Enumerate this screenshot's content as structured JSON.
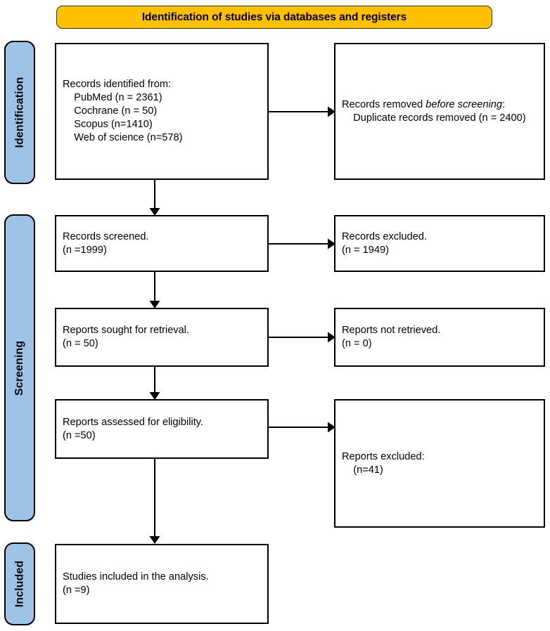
{
  "diagram": {
    "type": "prisma-flow-diagram",
    "title": "Identification of studies via databases and registers",
    "colors": {
      "banner": "#FFC000",
      "side_label": "#9DC3E6",
      "box_border": "#000000",
      "box_fill": "#FFFFFF",
      "text": "#000000"
    }
  },
  "banner": {
    "label": "Identification of studies via databases and registers"
  },
  "side_labels": [
    {
      "id": "identification",
      "label": "Identification"
    },
    {
      "id": "screening",
      "label": "Screening"
    },
    {
      "id": "included",
      "label": "Included"
    }
  ],
  "boxes": {
    "records_identified": {
      "id": "records-identified-from",
      "heading": "Records identified from:",
      "lines": [
        "PubMed (n = 2361)",
        "Cochrane (n = 50)",
        "Scopus (n=1410)",
        "Web of science (n=578)"
      ]
    },
    "records_removed": {
      "id": "records-removed-before-screening",
      "lead": "Records removed ",
      "lead_italic": "before screening",
      "lead_tail": ":",
      "detail": "Duplicate records removed (n = 2400)"
    },
    "records_screened": {
      "id": "records-screened",
      "label": "Records screened.",
      "count": "(n =1999)"
    },
    "records_excluded": {
      "id": "records-excluded",
      "label": "Records excluded.",
      "count": "(n = 1949)"
    },
    "reports_sought": {
      "id": "reports-sought-for-retrieval",
      "label": "Reports sought for retrieval.",
      "count": "(n = 50)"
    },
    "reports_not_retrieved": {
      "id": "reports-not-retrieved",
      "label": "Reports not retrieved.",
      "count": "(n = 0)"
    },
    "reports_assessed": {
      "id": "reports-assessed-for-eligibility",
      "label": "Reports assessed for eligibility.",
      "count": "(n =50)"
    },
    "reports_excluded": {
      "id": "reports-excluded",
      "label": "Reports excluded:",
      "count": "(n=41)"
    },
    "studies_included": {
      "id": "studies-included-in-the-analysis",
      "label": "Studies included in the analysis.",
      "count": "(n =9)"
    }
  },
  "connectors": [
    {
      "id": "identified-to-removed",
      "direction": "right"
    },
    {
      "id": "identified-to-screened",
      "direction": "down"
    },
    {
      "id": "screened-to-excluded",
      "direction": "right"
    },
    {
      "id": "screened-to-sought",
      "direction": "down"
    },
    {
      "id": "sought-to-not-retrieved",
      "direction": "right"
    },
    {
      "id": "sought-to-assessed",
      "direction": "down"
    },
    {
      "id": "assessed-to-excluded",
      "direction": "right"
    },
    {
      "id": "assessed-to-included",
      "direction": "down"
    }
  ]
}
